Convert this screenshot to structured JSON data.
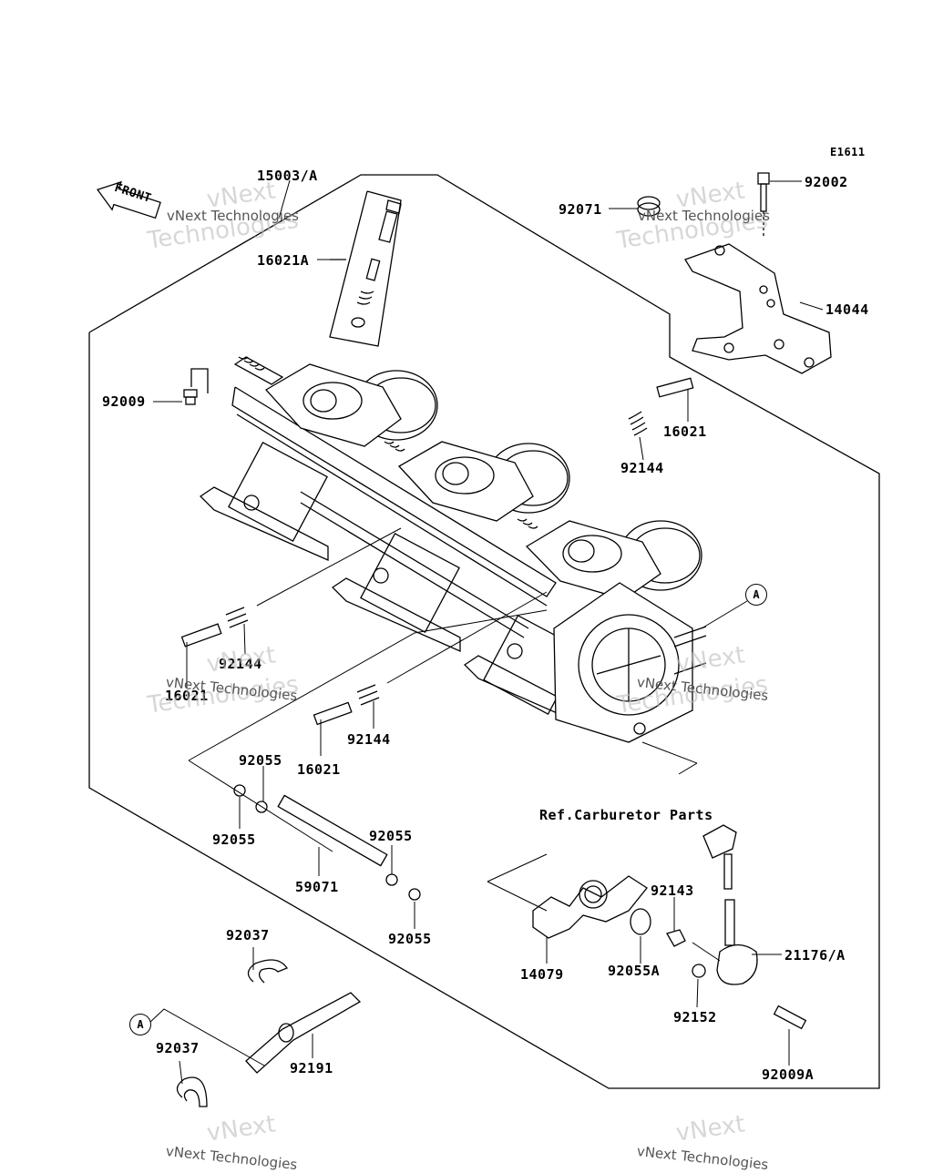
{
  "diagram_code": "E1611",
  "front_label": "FRONT",
  "ref_note": "Ref.Carburetor Parts",
  "callouts": {
    "a1": "A",
    "a2": "A"
  },
  "watermark": {
    "brand": "vNext",
    "line2": "Technologies",
    "full": "vNext Technologies"
  },
  "labels": {
    "p15003A": "15003/A",
    "p16021A": "16021A",
    "p92009": "92009",
    "p92071": "92071",
    "p92002": "92002",
    "p14044": "14044",
    "p16021_r": "16021",
    "p92144_r": "92144",
    "p92144_l": "92144",
    "p16021_l": "16021",
    "p92144_m": "92144",
    "p16021_m": "16021",
    "p92055_a": "92055",
    "p92055_b": "92055",
    "p92055_c": "92055",
    "p92055_d": "92055",
    "p59071": "59071",
    "p92143": "92143",
    "p21176A": "21176/A",
    "p14079": "14079",
    "p92055A": "92055A",
    "p92152": "92152",
    "p92009A": "92009A",
    "p92037_a": "92037",
    "p92037_b": "92037",
    "p92191": "92191"
  }
}
